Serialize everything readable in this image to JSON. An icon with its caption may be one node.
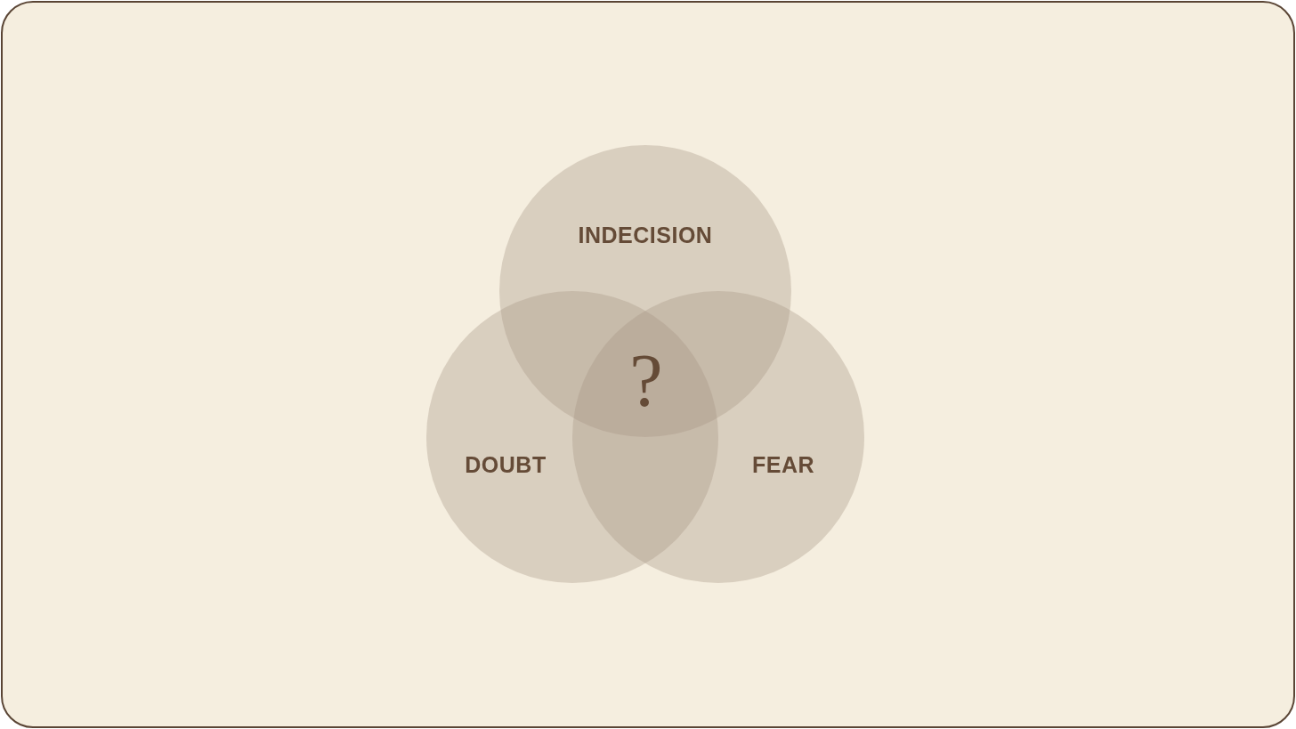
{
  "diagram": {
    "nodes": [
      {
        "text": [
          "INDECISION"
        ]
      },
      {
        "text": [
          "DOUBT"
        ]
      },
      {
        "text": [
          "FEAR"
        ]
      }
    ],
    "labels": [
      "?"
    ]
  }
}
